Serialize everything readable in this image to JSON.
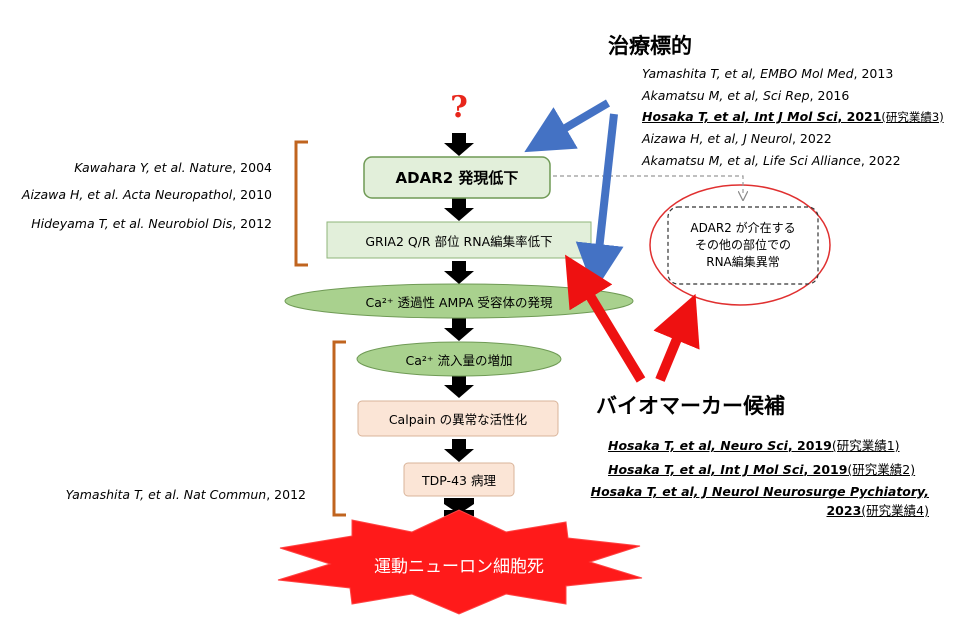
{
  "question_mark": "?",
  "headings": {
    "therapy_target": "治療標的",
    "biomarker_candidates": "バイオマーカー候補"
  },
  "flow": {
    "adar2_decrease": "ADAR2 発現低下",
    "gria2_editing": "GRIA2 Q/R 部位 RNA編集率低下",
    "ampa_expression": "Ca²⁺ 透過性 AMPA 受容体の発現",
    "ca_influx": "Ca²⁺ 流入量の増加",
    "calpain": "Calpain の異常な活性化",
    "tdp43": "TDP-43 病理",
    "motor_neuron_death": "運動ニューロン細胞死"
  },
  "other_sites": {
    "line1": "ADAR2 が介在する",
    "line2": "その他の部位での",
    "line3": "RNA編集異常"
  },
  "left_refs": [
    {
      "main": "Kawahara Y, et al. Nature",
      "year": ", 2004"
    },
    {
      "main": "Aizawa H, et al. Acta Neuropathol",
      "year": ", 2010"
    },
    {
      "main": "Hideyama T, et al. Neurobiol Dis",
      "year": ", 2012"
    },
    {
      "main": "Yamashita T, et al. Nat Commun",
      "year": ", 2012"
    }
  ],
  "therapy_refs": [
    {
      "main": "Yamashita T, et al, EMBO Mol Med",
      "year": ", 2013"
    },
    {
      "main": "Akamatsu M, et al, Sci Rep",
      "year": ", 2016"
    },
    {
      "main": "Hosaka T, et al, Int J Mol Sci",
      "year": ", 2021",
      "note": "(研究業績3)"
    },
    {
      "main": "Aizawa H, et al, J Neurol",
      "year": ", 2022"
    },
    {
      "main": "Akamatsu M, et al, Life Sci Alliance",
      "year": ", 2022"
    }
  ],
  "biomarker_refs": [
    {
      "main": "Hosaka T, et al, Neuro Sci",
      "year": ", 2019",
      "note": "(研究業績1)"
    },
    {
      "main": "Hosaka T, et al, Int J Mol Sci",
      "year": ", 2019",
      "note": "(研究業績2)"
    },
    {
      "main": "Hosaka T, et al, J Neurol Neurosurge Pychiatory,",
      "year": "2023",
      "note": "(研究業績4)"
    }
  ],
  "colors": {
    "question_red": "#e8261b",
    "red_arrow": "#ee1111",
    "blue_arrow": "#4472c4",
    "bracket_orange": "#c0641f",
    "green_fill": "#a9d18e",
    "light_green_fill": "#e2efda",
    "peach_fill": "#fbe5d6",
    "starburst_red": "#ff1a1a",
    "ellipse_red": "#e03030"
  }
}
